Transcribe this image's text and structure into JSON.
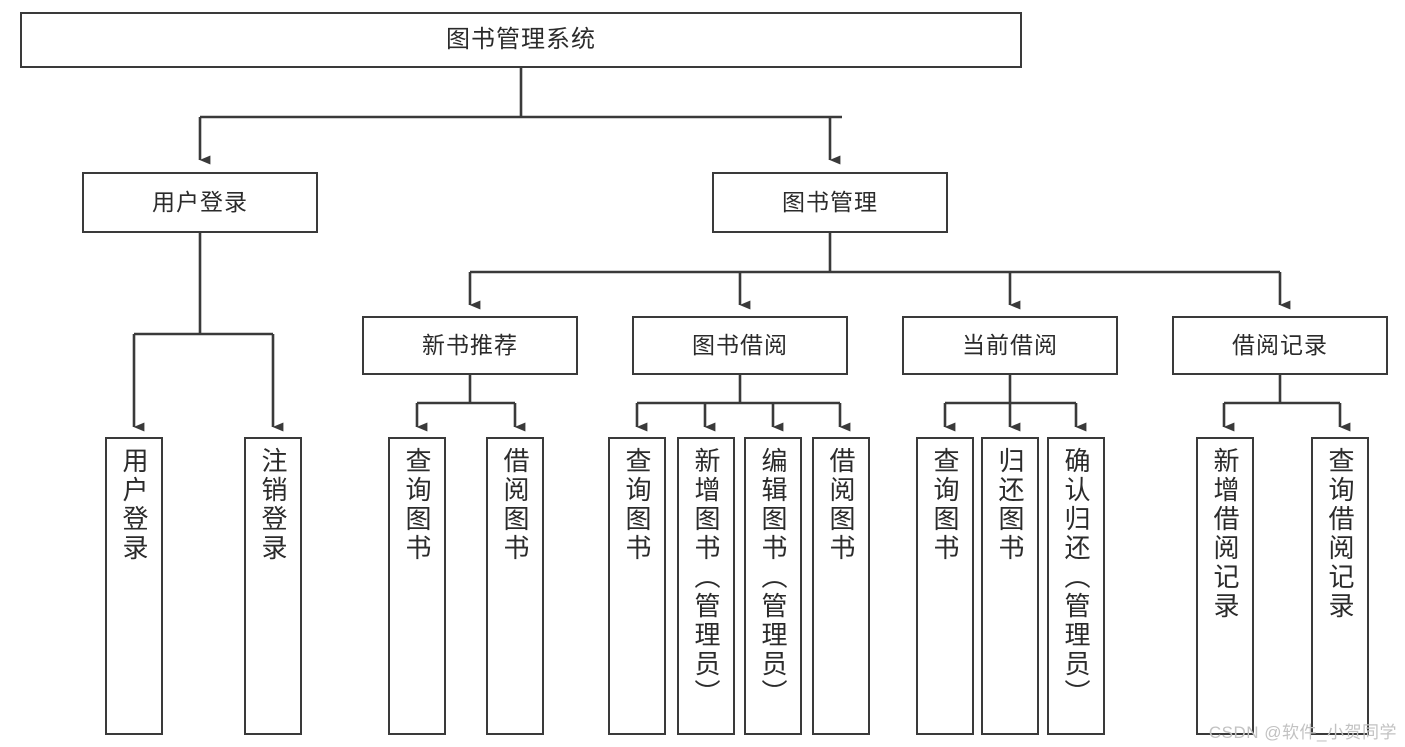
{
  "diagram": {
    "title": "图书管理系统",
    "type": "tree-hierarchy",
    "stroke_color": "#3a3a3a",
    "fill_color": "#ffffff",
    "text_color": "#2b2b2b"
  },
  "nodes": {
    "root": {
      "label": "图书管理系统",
      "level": 0
    },
    "l1": [
      {
        "id": "user-login",
        "label": "用户登录",
        "level": 1
      },
      {
        "id": "book-manage",
        "label": "图书管理",
        "level": 1
      }
    ],
    "l2": [
      {
        "id": "new-book-recommend",
        "label": "新书推荐",
        "level": 2
      },
      {
        "id": "book-borrow",
        "label": "图书借阅",
        "level": 2
      },
      {
        "id": "current-borrow",
        "label": "当前借阅",
        "level": 2
      },
      {
        "id": "borrow-record",
        "label": "借阅记录",
        "level": 2
      }
    ],
    "leaves": {
      "user-login": [
        {
          "id": "leaf-user-login",
          "label": "用户登录"
        },
        {
          "id": "leaf-logout",
          "label": "注销登录"
        }
      ],
      "new-book-recommend": [
        {
          "id": "leaf-query-book-1",
          "label": "查询图书"
        },
        {
          "id": "leaf-borrow-book-1",
          "label": "借阅图书"
        }
      ],
      "book-borrow": [
        {
          "id": "leaf-query-book-2",
          "label": "查询图书"
        },
        {
          "id": "leaf-add-book",
          "label": "新增图书（管理员）"
        },
        {
          "id": "leaf-edit-book",
          "label": "编辑图书（管理员）"
        },
        {
          "id": "leaf-borrow-book-2",
          "label": "借阅图书"
        }
      ],
      "current-borrow": [
        {
          "id": "leaf-query-book-3",
          "label": "查询图书"
        },
        {
          "id": "leaf-return-book",
          "label": "归还图书"
        },
        {
          "id": "leaf-confirm-return",
          "label": "确认归还（管理员）"
        }
      ],
      "borrow-record": [
        {
          "id": "leaf-add-record",
          "label": "新增借阅记录"
        },
        {
          "id": "leaf-query-record",
          "label": "查询借阅记录"
        }
      ]
    }
  },
  "watermark": {
    "text": "CSDN @软件_小贺同学"
  }
}
